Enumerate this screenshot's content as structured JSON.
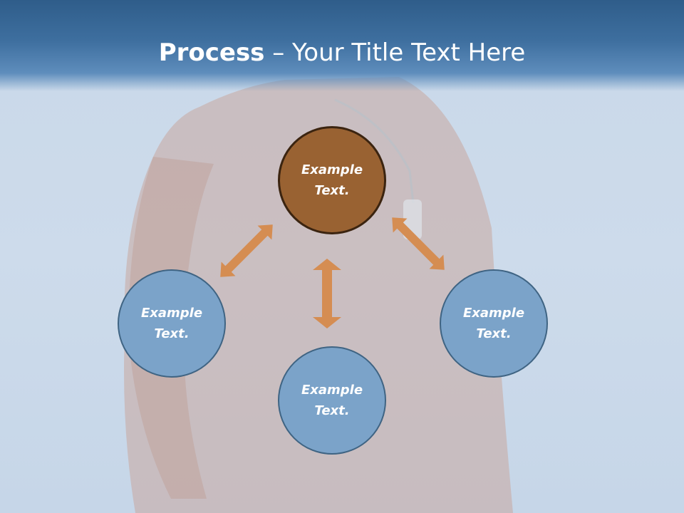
{
  "slide": {
    "title_bold": "Process",
    "title_rest": " – Your Title Text Here"
  },
  "nodes": {
    "top": {
      "line1": "Example",
      "line2": "Text."
    },
    "left": {
      "line1": "Example",
      "line2": "Text."
    },
    "bottom": {
      "line1": "Example",
      "line2": "Text."
    },
    "right": {
      "line1": "Example",
      "line2": "Text."
    }
  },
  "colors": {
    "header": "#2f5d8a",
    "node_blue": "#7ba3c9",
    "node_blue_border": "#3f6483",
    "node_brown": "#996232",
    "node_brown_border": "#3b2410",
    "arrow": "#d58d52"
  }
}
